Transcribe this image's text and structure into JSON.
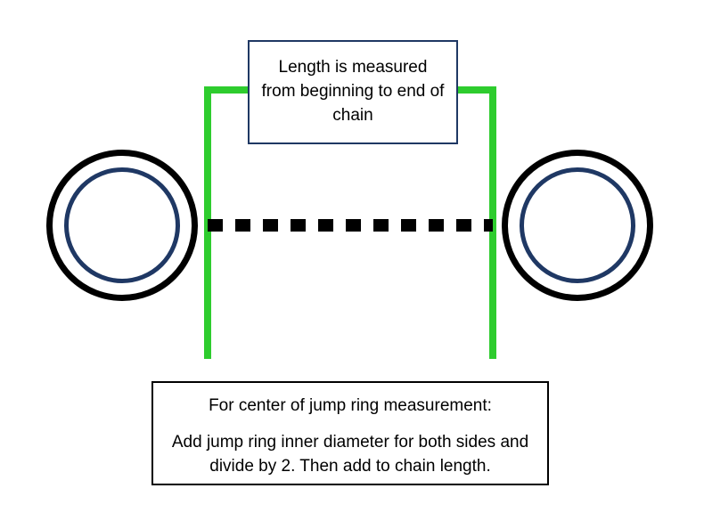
{
  "diagram": {
    "top_box": {
      "text": "Length is measured from beginning to end of chain"
    },
    "bottom_box": {
      "line1": "For center of jump ring measurement:",
      "line2": "Add jump ring inner diameter for both sides and divide by 2. Then add to chain length."
    },
    "colors": {
      "bracket_green": "#2ecc2e",
      "ring_outer_black": "#000000",
      "ring_inner_navy": "#1f3864",
      "top_box_border_navy": "#1f3864",
      "bottom_box_border_black": "#000000",
      "chain_dash_black": "#000000"
    }
  }
}
